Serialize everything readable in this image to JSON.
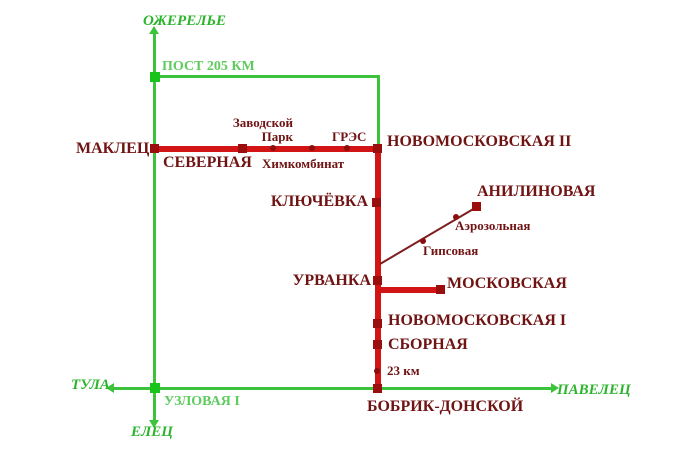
{
  "colors": {
    "green_line": "#3cc33c",
    "green_square_marker": "#19c319",
    "green_text_dark": "#2db42d",
    "green_text_light": "#5ecb5e",
    "red_line": "#d21414",
    "dark_red_marker": "#9a0e0e",
    "station_text_maroon": "#701313",
    "diagonal_branch_line": "#7d1f1f",
    "background": "#ffffff"
  },
  "labels": {
    "ozherelye": "ОЖЕРЕЛЬЕ",
    "post205": "ПОСТ 205 КМ",
    "maklets": "МАКЛЕЦ",
    "severnaya": "СЕВЕРНАЯ",
    "zavodskoy_line1": "Заводской",
    "zavodskoy_line2": "Парк",
    "khimkombinat": "Химкомбинат",
    "gres": "ГРЭС",
    "novomoskovskaya2": "НОВОМОСКОВСКАЯ II",
    "klyuchevka": "КЛЮЧЁВКА",
    "anilinovaya": "АНИЛИНОВАЯ",
    "aerozolnaya": "Аэрозольная",
    "gipsovaya": "Гипсовая",
    "urvanka": "УРВАНКА",
    "moskovskaya": "МОСКОВСКАЯ",
    "novomoskovskaya1": "НОВОМОСКОВСКАЯ I",
    "sbornaya": "СБОРНАЯ",
    "km23": "23 км",
    "tula": "ТУЛА",
    "uzlovaya1": "УЗЛОВАЯ I",
    "yelets": "ЕЛЕЦ",
    "pavelets": "ПАВЕЛЕЦ",
    "bobrik_donskoy": "БОБРИК-ДОНСКОЙ"
  },
  "network": {
    "green_line_endpoints": [
      "ОЖЕРЕЛЬЕ",
      "ТУЛА",
      "ЕЛЕЦ",
      "ПАВЕЛЕЦ"
    ],
    "green_line_stations": [
      "ПОСТ 205 КМ",
      "УЗЛОВАЯ I"
    ],
    "red_main_line_stations": [
      "МАКЛЕЦ",
      "СЕВЕРНАЯ",
      "Заводской Парк",
      "Химкомбинат",
      "ГРЭС",
      "НОВОМОСКОВСКАЯ II",
      "КЛЮЧЁВКА",
      "УРВАНКА",
      "НОВОМОСКОВСКАЯ I",
      "СБОРНАЯ",
      "23 км",
      "БОБРИК-ДОНСКОЙ"
    ],
    "red_branch_stations": [
      "МОСКОВСКАЯ"
    ],
    "thin_diagonal_branch_stations": [
      "Гипсовая",
      "Аэрозольная",
      "АНИЛИНОВАЯ"
    ]
  }
}
